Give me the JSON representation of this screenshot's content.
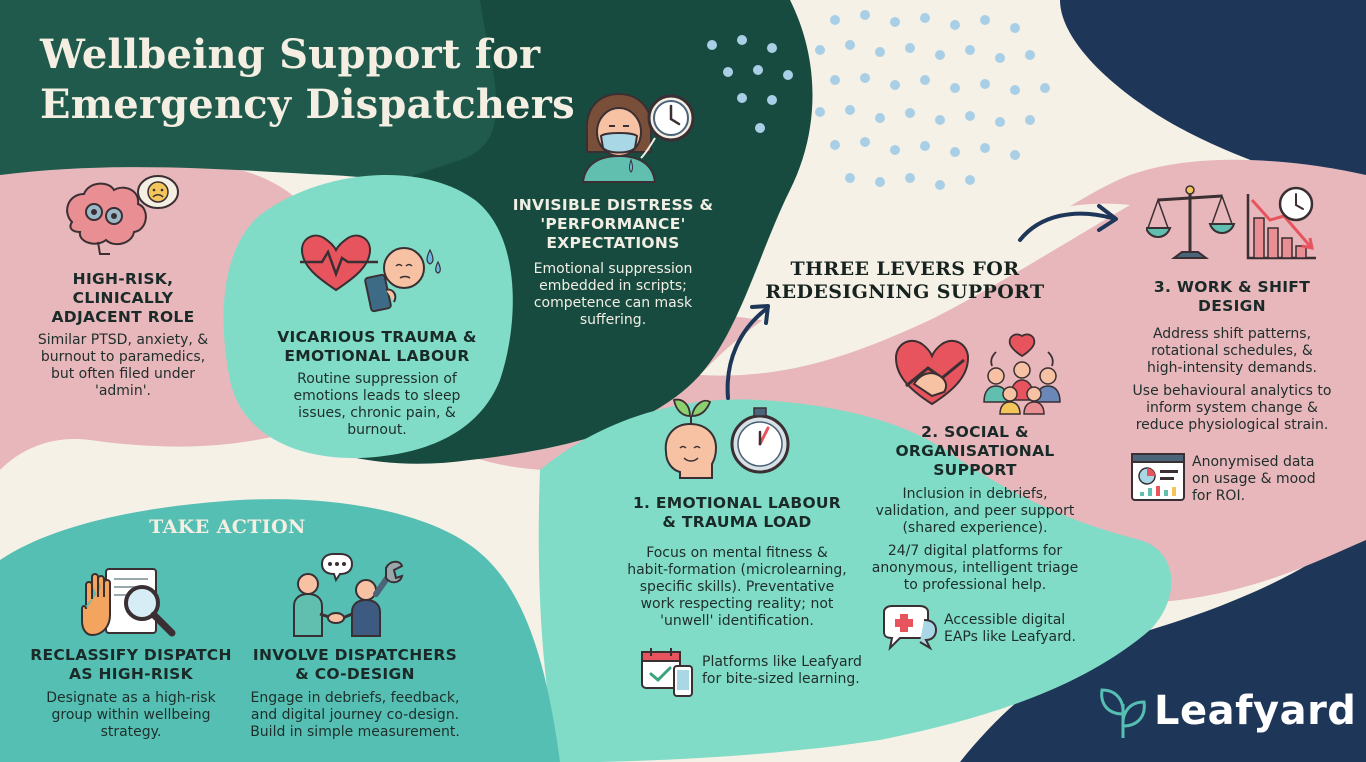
{
  "title": {
    "line1": "Wellbeing Support for",
    "line2": "Emergency Dispatchers"
  },
  "colors": {
    "dark_teal": "#1f5a4c",
    "deep_green": "#184b40",
    "mint": "#80dcc7",
    "pink": "#e7b7bb",
    "navy": "#1e3658",
    "teal": "#56bfb3",
    "cream": "#f6f1e7"
  },
  "challenges": [
    {
      "heading_l1": "HIGH-RISK,",
      "heading_l2": "CLINICALLY",
      "heading_l3": "ADJACENT ROLE",
      "body_l1": "Similar PTSD, anxiety, &",
      "body_l2": "burnout to paramedics,",
      "body_l3": "but often filed under",
      "body_l4": "'admin'.",
      "icon": "brain-gears-worried-icon"
    },
    {
      "heading_l1": "VICARIOUS TRAUMA &",
      "heading_l2": "EMOTIONAL LABOUR",
      "body_l1": "Routine suppression of",
      "body_l2": "emotions leads to sleep",
      "body_l3": "issues, chronic pain, &",
      "body_l4": "burnout.",
      "icon": "heartbeat-crying-phone-icon"
    },
    {
      "heading_l1": "INVISIBLE DISTRESS &",
      "heading_l2": "'PERFORMANCE'",
      "heading_l3": "EXPECTATIONS",
      "body_l1": "Emotional suppression",
      "body_l2": "embedded in scripts;",
      "body_l3": "competence can mask",
      "body_l4": "suffering.",
      "icon": "masked-dispatcher-clock-icon"
    }
  ],
  "levers": {
    "heading_l1": "THREE LEVERS FOR",
    "heading_l2": "REDESIGNING SUPPORT",
    "items": [
      {
        "heading_l1": "1. EMOTIONAL LABOUR",
        "heading_l2": "& TRAUMA LOAD",
        "body_l1": "Focus on mental fitness &",
        "body_l2": "habit-formation (microlearning,",
        "body_l3": "specific skills). Preventative",
        "body_l4": "work respecting reality; not",
        "body_l5": "'unwell' identification.",
        "note_l1": "Platforms like Leafyard",
        "note_l2": "for bite-sized learning.",
        "icon": "sprout-head-stopwatch-icon",
        "note_icon": "calendar-phone-icon"
      },
      {
        "heading_l1": "2. SOCIAL &",
        "heading_l2": "ORGANISATIONAL",
        "heading_l3": "SUPPORT",
        "body_l1": "Inclusion in debriefs,",
        "body_l2": "validation, and peer support",
        "body_l3": "(shared experience).",
        "body2_l1": "24/7 digital platforms for",
        "body2_l2": "anonymous, intelligent triage",
        "body2_l3": "to professional help.",
        "note_l1": "Accessible digital",
        "note_l2": "EAPs like Leafyard.",
        "icon": "heart-handshake-group-icon",
        "note_icon": "chat-medical-icon"
      },
      {
        "heading_l1": "3. WORK & SHIFT",
        "heading_l2": "DESIGN",
        "body_l1": "Address shift patterns,",
        "body_l2": "rotational schedules, &",
        "body_l3": "high-intensity demands.",
        "body2_l1": "Use behavioural analytics to",
        "body2_l2": "inform system change &",
        "body2_l3": "reduce physiological strain.",
        "note_l1": "Anonymised data",
        "note_l2": "on usage & mood",
        "note_l3": "for ROI.",
        "icon": "scales-declining-chart-icon",
        "note_icon": "dashboard-analytics-icon"
      }
    ]
  },
  "take_action": {
    "heading": "TAKE ACTION",
    "items": [
      {
        "heading_l1": "RECLASSIFY DISPATCH",
        "heading_l2": "AS HIGH-RISK",
        "body_l1": "Designate as a high-risk",
        "body_l2": "group within wellbeing",
        "body_l3": "strategy.",
        "icon": "hand-magnifier-document-icon"
      },
      {
        "heading_l1": "INVOLVE DISPATCHERS",
        "heading_l2": "& CO-DESIGN",
        "body_l1": "Engage in debriefs, feedback,",
        "body_l2": "and digital journey co-design.",
        "body_l3": "Build in simple measurement.",
        "icon": "people-handshake-wrench-icon"
      }
    ]
  },
  "brand": {
    "name": "Leafyard",
    "icon": "leaf-logo-icon"
  }
}
